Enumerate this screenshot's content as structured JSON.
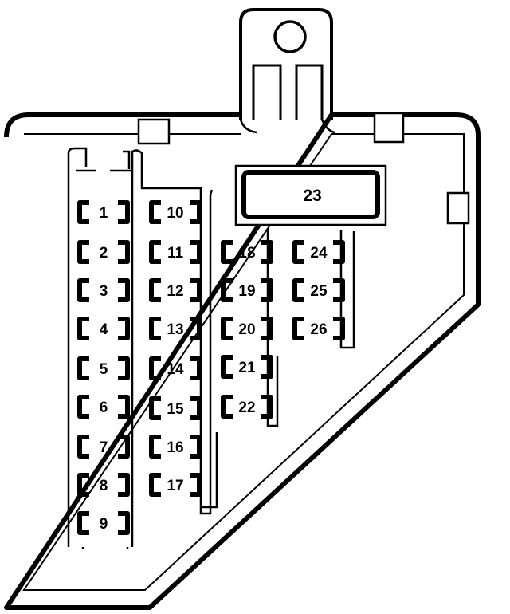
{
  "fuse_box": {
    "fuses": [
      {
        "id": "fuse-1",
        "label": "1"
      },
      {
        "id": "fuse-2",
        "label": "2"
      },
      {
        "id": "fuse-3",
        "label": "3"
      },
      {
        "id": "fuse-4",
        "label": "4"
      },
      {
        "id": "fuse-5",
        "label": "5"
      },
      {
        "id": "fuse-6",
        "label": "6"
      },
      {
        "id": "fuse-7",
        "label": "7"
      },
      {
        "id": "fuse-8",
        "label": "8"
      },
      {
        "id": "fuse-9",
        "label": "9"
      },
      {
        "id": "fuse-10",
        "label": "10"
      },
      {
        "id": "fuse-11",
        "label": "11"
      },
      {
        "id": "fuse-12",
        "label": "12"
      },
      {
        "id": "fuse-13",
        "label": "13"
      },
      {
        "id": "fuse-14",
        "label": "14"
      },
      {
        "id": "fuse-15",
        "label": "15"
      },
      {
        "id": "fuse-16",
        "label": "16"
      },
      {
        "id": "fuse-17",
        "label": "17"
      },
      {
        "id": "fuse-18",
        "label": "18"
      },
      {
        "id": "fuse-19",
        "label": "19"
      },
      {
        "id": "fuse-20",
        "label": "20"
      },
      {
        "id": "fuse-21",
        "label": "21"
      },
      {
        "id": "fuse-22",
        "label": "22"
      },
      {
        "id": "fuse-24",
        "label": "24"
      },
      {
        "id": "fuse-25",
        "label": "25"
      },
      {
        "id": "fuse-26",
        "label": "26"
      }
    ],
    "relay": {
      "label": "23"
    }
  }
}
